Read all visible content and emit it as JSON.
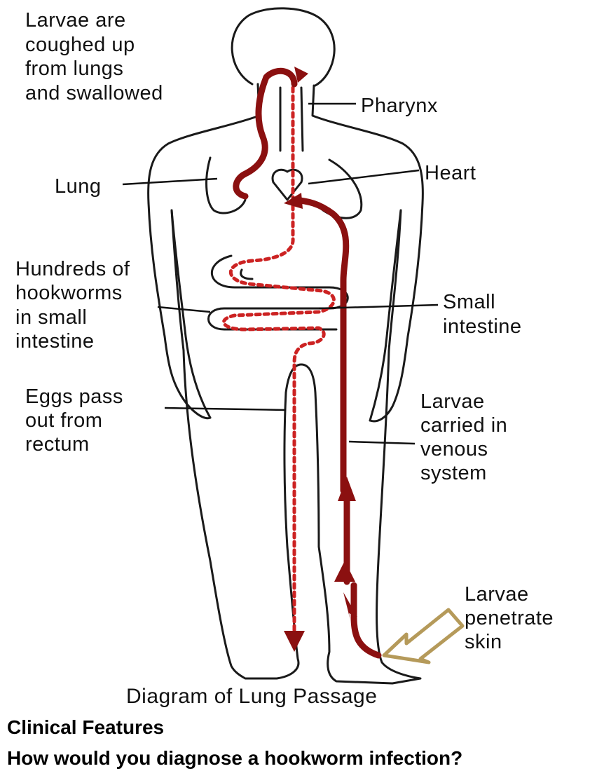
{
  "labels": {
    "larvae_coughed": [
      "Larvae are",
      "coughed up",
      "from lungs",
      "and swallowed"
    ],
    "pharynx": "Pharynx",
    "lung": "Lung",
    "heart": "Heart",
    "hookworms": [
      "Hundreds of",
      "hookworms",
      "in small",
      "intestine"
    ],
    "small_intestine": [
      "Small",
      "intestine"
    ],
    "eggs": [
      "Eggs pass",
      "out from",
      "rectum"
    ],
    "larvae_venous": [
      "Larvae",
      "carried in",
      "venous",
      "system"
    ],
    "larvae_skin": [
      "Larvae",
      "penetrate",
      "skin"
    ]
  },
  "caption": "Diagram of Lung Passage",
  "footer": {
    "heading": "Clinical Features",
    "question": "How would you diagnose a hookworm infection?"
  },
  "colors": {
    "path": "#8b1010",
    "outline": "#1a1a1a",
    "skin_arrow": "#b59a5a"
  }
}
